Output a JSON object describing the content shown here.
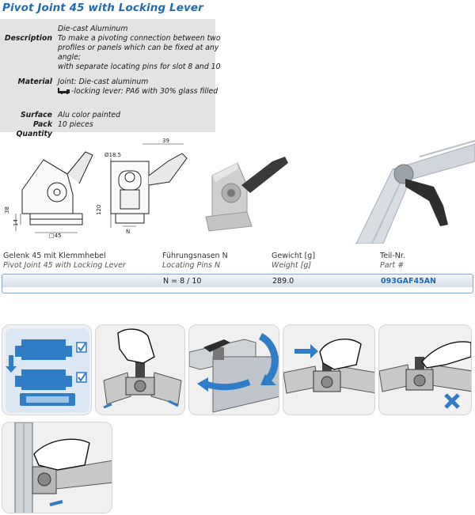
{
  "title": "Pivot Joint 45 with Locking Lever",
  "specs": {
    "description_label": "Description",
    "description_lines": [
      "Die-cast Aluminum",
      "To make a pivoting connection between two",
      "profiles or panels which can be fixed at any",
      "angle;",
      "with separate locating pins for slot 8 and 10"
    ],
    "material_label": "Material",
    "material_lines": [
      "Joint: Die-cast aluminum",
      "-locking lever: PA6 with 30% glass filled"
    ],
    "surface_label": "Surface",
    "surface_value": "Alu color painted",
    "pack_label": "Pack Quantity",
    "pack_value": "10 pieces"
  },
  "drawing_dims": {
    "d1": "38",
    "d2": "14",
    "d3": "□45",
    "d4": "Ø18.5",
    "d5": "39",
    "d6": "120",
    "d7": "N"
  },
  "table": {
    "headers": [
      {
        "de": "Gelenk 45 mit Klemmhebel",
        "en": "Pivot Joint 45 with Locking Lever"
      },
      {
        "de": "Führungsnasen N",
        "en": "Locating Pins N"
      },
      {
        "de": "Gewicht [g]",
        "en": "Weight [g]"
      },
      {
        "de": "Teil-Nr.",
        "en": "Part #"
      }
    ],
    "row": {
      "pins": "N = 8 / 10",
      "weight": "289.0",
      "part": "093GAF45AN"
    }
  },
  "colors": {
    "title": "#1f6cb3",
    "spec_bg": "#e3e3e3",
    "instruction_blue": "#2f7cc7",
    "panel_bg": "#f0f0f0"
  }
}
